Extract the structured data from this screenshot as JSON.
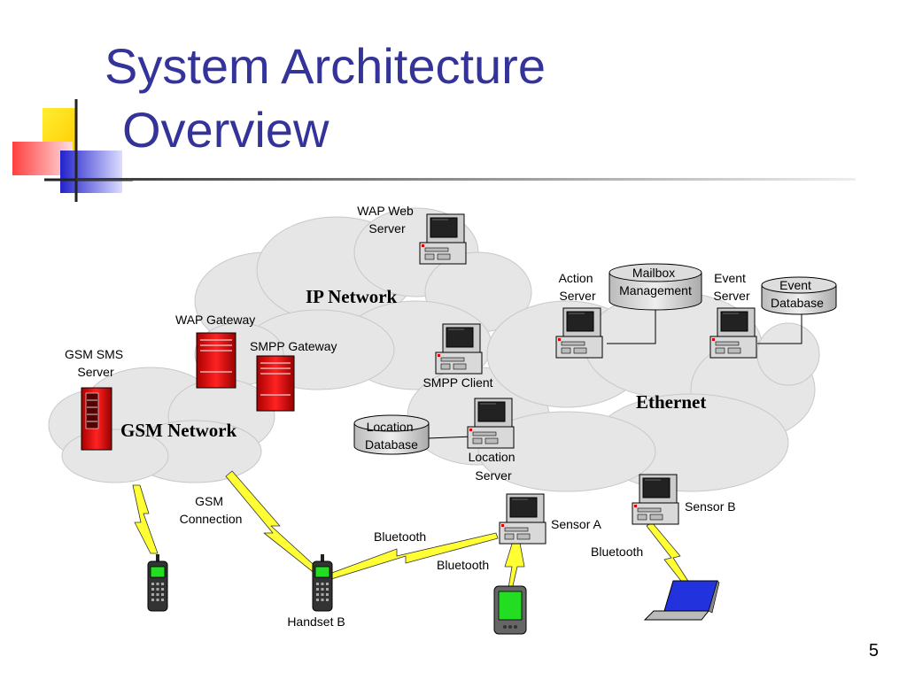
{
  "slide": {
    "title_line1": "System Architecture",
    "title_line2": "Overview",
    "page_number": "5"
  },
  "networks": {
    "ip": "IP Network",
    "gsm": "GSM Network",
    "ethernet": "Ethernet"
  },
  "nodes": {
    "wap_web_server": [
      "WAP Web",
      "Server"
    ],
    "wap_gateway": "WAP Gateway",
    "smpp_gateway": "SMPP Gateway",
    "gsm_sms_server": [
      "GSM SMS",
      "Server"
    ],
    "smpp_client": "SMPP  Client",
    "action_server": [
      "Action",
      "Server"
    ],
    "mailbox_management": [
      "Mailbox",
      "Management"
    ],
    "event_server": [
      "Event",
      "Server"
    ],
    "event_database": [
      "Event",
      "Database"
    ],
    "location_database": [
      "Location",
      "Database"
    ],
    "location_server": [
      "Location",
      "Server"
    ],
    "sensor_a": "Sensor  A",
    "sensor_b": "Sensor  B",
    "handset_b": "Handset  B"
  },
  "links": {
    "gsm_connection": [
      "GSM",
      "Connection"
    ],
    "bluetooth_handset": "Bluetooth",
    "bluetooth_pda": "Bluetooth",
    "bluetooth_laptop": "Bluetooth"
  },
  "colors": {
    "title": "#333399",
    "server_red": "#dd1111",
    "cloud_fill": "#e6e6e6",
    "lightning": "#ffff33",
    "screen_green": "#22dd22",
    "laptop_screen": "#2233dd"
  }
}
